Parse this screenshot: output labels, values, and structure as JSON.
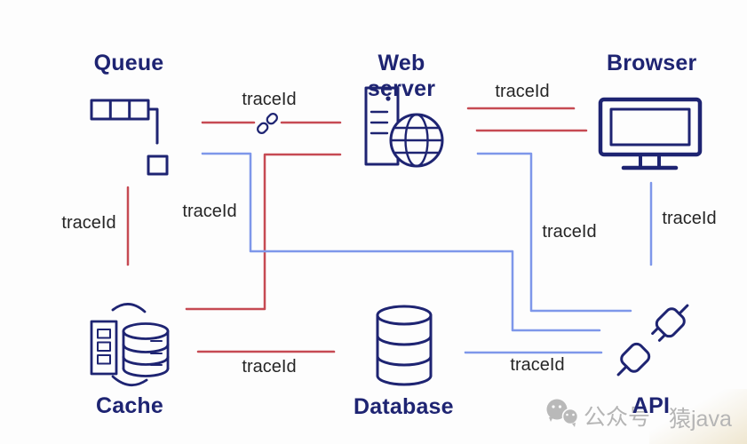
{
  "nodes": [
    {
      "id": "queue",
      "label": "Queue"
    },
    {
      "id": "web-server",
      "label": "Web server"
    },
    {
      "id": "browser",
      "label": "Browser"
    },
    {
      "id": "cache",
      "label": "Cache"
    },
    {
      "id": "database",
      "label": "Database"
    },
    {
      "id": "api",
      "label": "API"
    }
  ],
  "edges": [
    {
      "from": "web-server",
      "to": "browser",
      "color": "red",
      "label": "traceId"
    },
    {
      "from": "browser",
      "to": "web-server",
      "color": "red"
    },
    {
      "from": "web-server",
      "to": "queue",
      "color": "red",
      "label": "traceId",
      "via_icon": "chain-link-icon"
    },
    {
      "from": "web-server",
      "to": "cache",
      "color": "red",
      "label": "traceId"
    },
    {
      "from": "queue",
      "to": "cache",
      "color": "red",
      "label": "traceId"
    },
    {
      "from": "cache",
      "to": "database",
      "color": "red",
      "label": "traceId"
    },
    {
      "from": "api",
      "to": "web-server",
      "color": "blue",
      "label": "traceId"
    },
    {
      "from": "api",
      "to": "queue",
      "color": "blue"
    },
    {
      "from": "browser",
      "to": "api",
      "color": "blue",
      "label": "traceId"
    },
    {
      "from": "api",
      "to": "database",
      "color": "blue",
      "label": "traceId"
    }
  ],
  "watermark": {
    "icon": "wechat-icon",
    "account_label": "公众号",
    "account_name": "猿java"
  },
  "colors": {
    "node": "#1e2472",
    "red_edge": "#c64a53",
    "blue_edge": "#7e97ea",
    "edge_label": "#262626",
    "watermark": "#b5b5b5",
    "background": "#fdfdfd"
  }
}
